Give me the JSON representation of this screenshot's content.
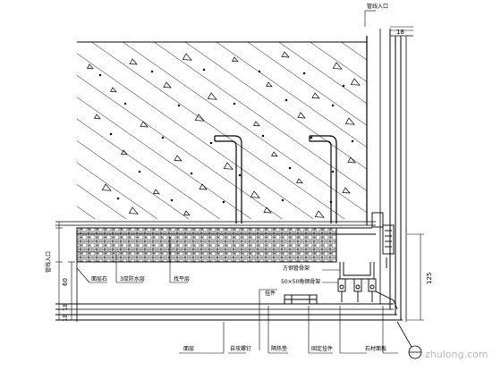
{
  "drawing": {
    "top_callout": "管线入口",
    "side_callout": "管线入口",
    "dimensions": {
      "top_18": "18",
      "left_60": "60",
      "left_18a": "18",
      "left_18b": "18",
      "right_125": "125"
    },
    "labels": {
      "l1": "面层石",
      "l2": "3厚防水层",
      "l3": "找平层",
      "l4": "方钢管骨架",
      "l5": "50×50角钢骨架",
      "l6": "挂件",
      "l7": "面层",
      "l8": "自攻螺钉",
      "l9": "隔热垫",
      "l10": "固定挂件",
      "l11": "石材面板"
    },
    "watermark": "zhulong.com"
  }
}
